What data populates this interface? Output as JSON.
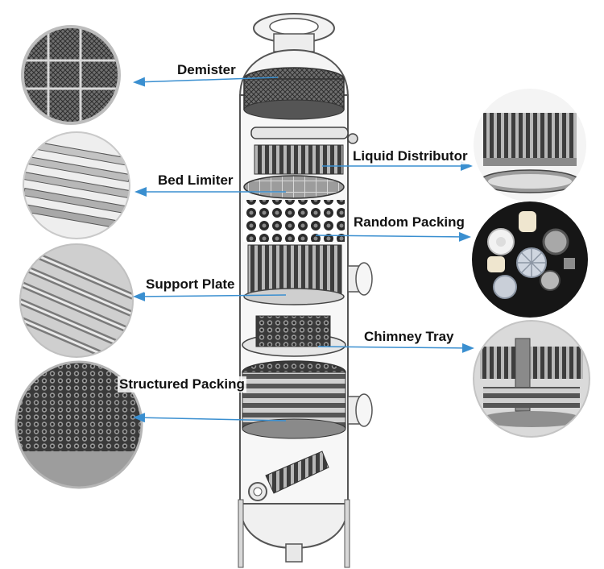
{
  "labels": {
    "demister": "Demister",
    "bed_limiter": "Bed Limiter",
    "support_plate": "Support Plate",
    "structured_packing": "Structured Packing",
    "liquid_distributor": "Liquid Distributor",
    "random_packing": "Random Packing",
    "chimney_tray": "Chimney Tray"
  },
  "colors": {
    "arrow": "#3a8fd0",
    "vessel_stroke": "#555555",
    "metal": "#a9a9a9",
    "dark_metal": "#3f3f3f"
  }
}
